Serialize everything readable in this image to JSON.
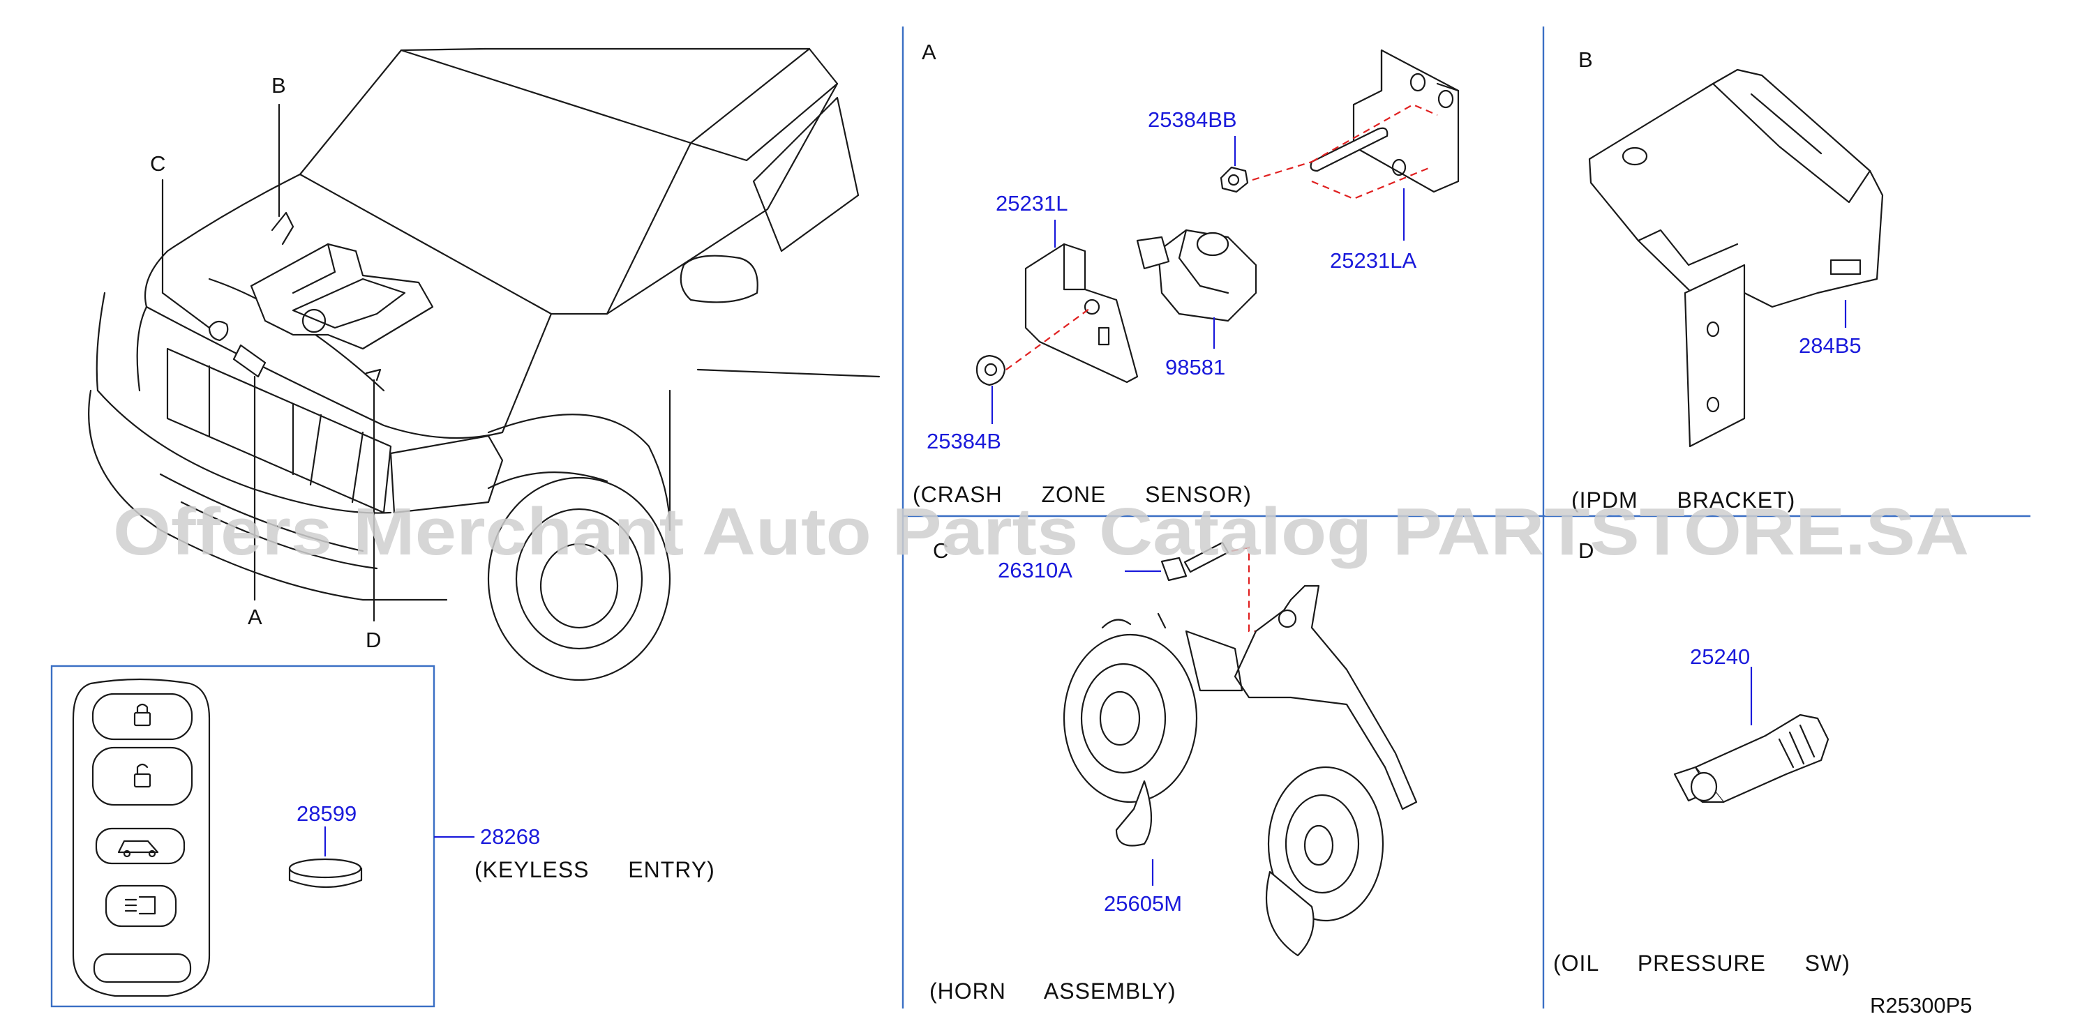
{
  "watermark": "Offers Merchant Auto Parts Catalog PARTSTORE.SA",
  "colors": {
    "part_number": "#1a1adb",
    "divider": "#3a6fc4",
    "dashed": "#e02020",
    "line": "#1a1a1a"
  },
  "overview": {
    "callouts": {
      "a": "A",
      "b": "B",
      "c": "C",
      "d": "D"
    }
  },
  "keyless": {
    "part_fob": "28268",
    "part_battery": "28599",
    "caption": "(KEYLESS  ENTRY)",
    "icons": [
      "lock-icon",
      "unlock-icon",
      "liftgate-icon",
      "panic-light-icon"
    ]
  },
  "panel_a": {
    "letter": "A",
    "caption": "(CRASH  ZONE  SENSOR)",
    "parts": {
      "nut_upper": "25384BB",
      "bracket_left": "25231L",
      "bracket_right": "25231LA",
      "sensor": "98581",
      "nut_lower": "25384B"
    }
  },
  "panel_b": {
    "letter": "B",
    "caption": "(IPDM  BRACKET)",
    "parts": {
      "bracket": "284B5"
    }
  },
  "panel_c": {
    "letter": "C",
    "caption": "(HORN  ASSEMBLY)",
    "parts": {
      "bolt": "26310A",
      "horn": "25605M"
    }
  },
  "panel_d": {
    "letter": "D",
    "caption": "(OIL  PRESSURE  SW)",
    "parts": {
      "switch": "25240"
    }
  },
  "figure_code": "R25300P5"
}
